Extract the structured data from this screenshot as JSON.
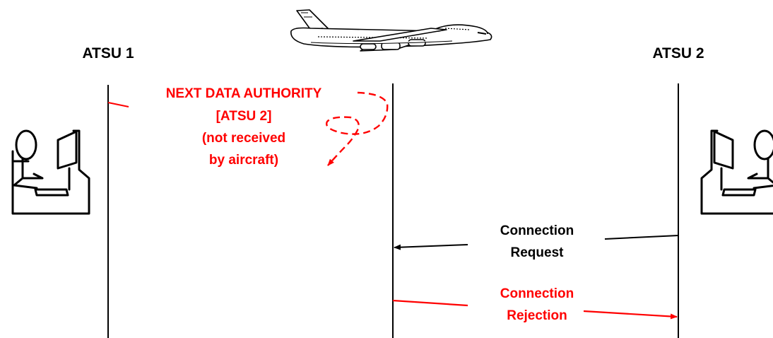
{
  "colors": {
    "primary": "#000000",
    "alert": "#ff0000",
    "background": "#ffffff"
  },
  "units": [
    {
      "label": "ATSU 1"
    },
    {
      "label": "ATSU 2"
    }
  ],
  "icons": {
    "aircraft": "airliner-icon",
    "controller": "controller-workstation-icon"
  },
  "messages": {
    "next_data_authority": {
      "lines": [
        "NEXT DATA AUTHORITY",
        "[ATSU 2]",
        "(not received",
        "by aircraft)"
      ],
      "color": "#ff0000"
    },
    "connection_request": {
      "lines": [
        "Connection",
        "Request"
      ],
      "color": "#000000"
    },
    "connection_rejection": {
      "lines": [
        "Connection",
        "Rejection"
      ],
      "color": "#ff0000"
    }
  }
}
